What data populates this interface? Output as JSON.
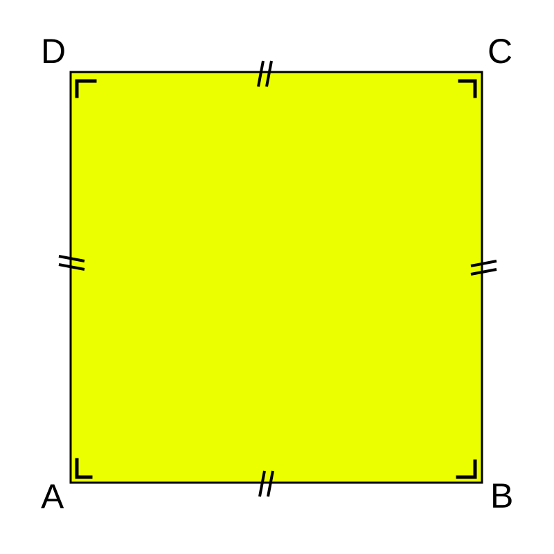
{
  "diagram": {
    "type": "square",
    "fill_color": "#ebff00",
    "stroke_color": "#000000",
    "vertices": {
      "A": "A",
      "B": "B",
      "C": "C",
      "D": "D"
    },
    "equal_side_marks": "double-tick",
    "right_angle_marks": 4
  }
}
